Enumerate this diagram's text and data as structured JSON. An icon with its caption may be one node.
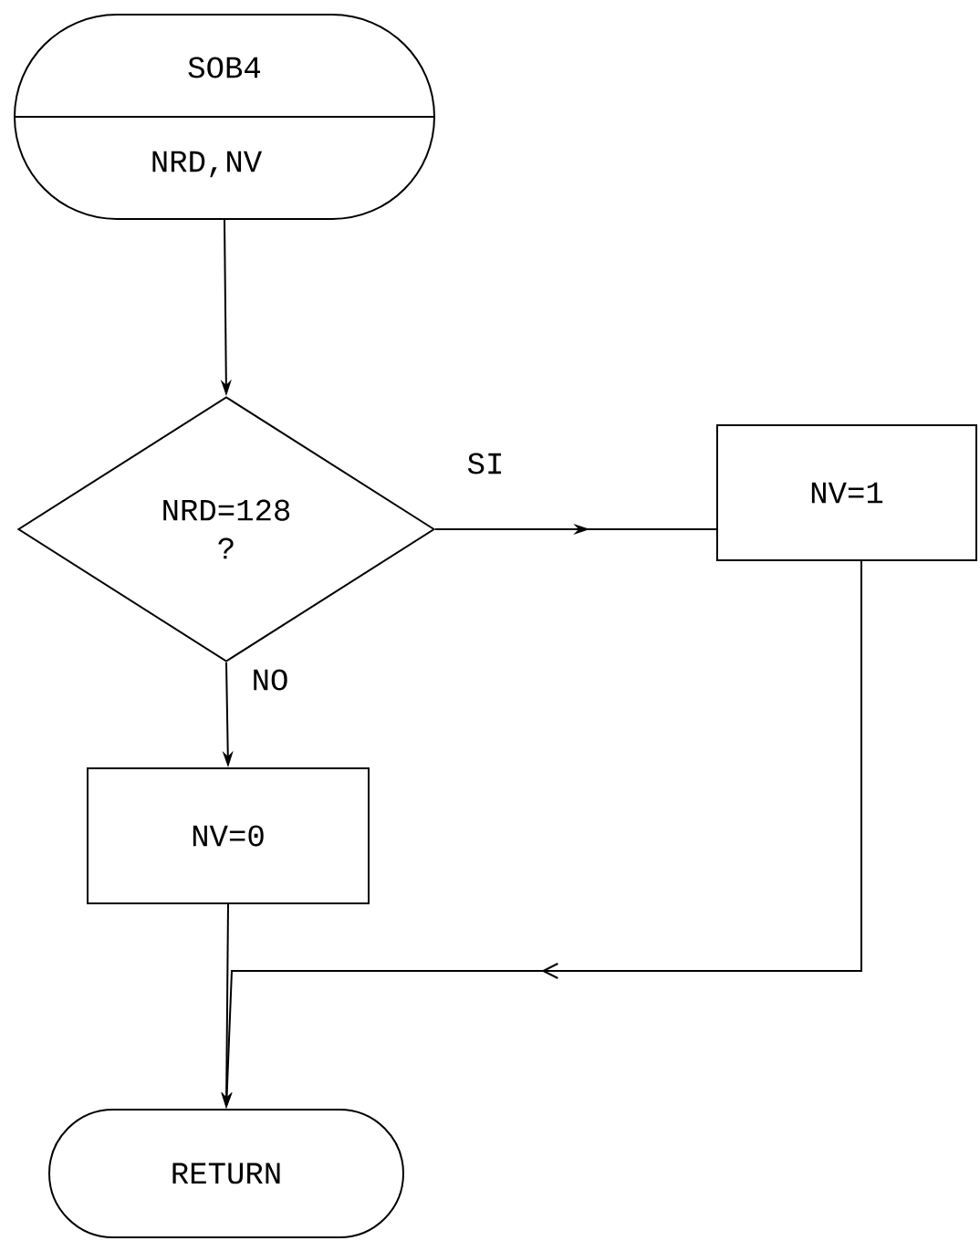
{
  "diagram": {
    "nodes": [
      {
        "text": [
          "SOB4",
          "NRD,NV"
        ]
      },
      {
        "text": [
          "NRD=128 ?"
        ]
      },
      {
        "text": [
          "NV=1"
        ]
      },
      {
        "text": [
          "NV=0"
        ]
      },
      {
        "text": [
          "RETURN"
        ]
      }
    ],
    "edges": [
      {
        "from": 0,
        "to": 1,
        "arrow": "to"
      },
      {
        "from": 1,
        "to": 2,
        "arrow": "to",
        "label": "SI"
      },
      {
        "from": 1,
        "to": 3,
        "arrow": "to",
        "label": "NO"
      },
      {
        "from": 3,
        "to": 4,
        "arrow": "to"
      },
      {
        "from": 2,
        "to": 4,
        "arrow": "to"
      }
    ]
  }
}
